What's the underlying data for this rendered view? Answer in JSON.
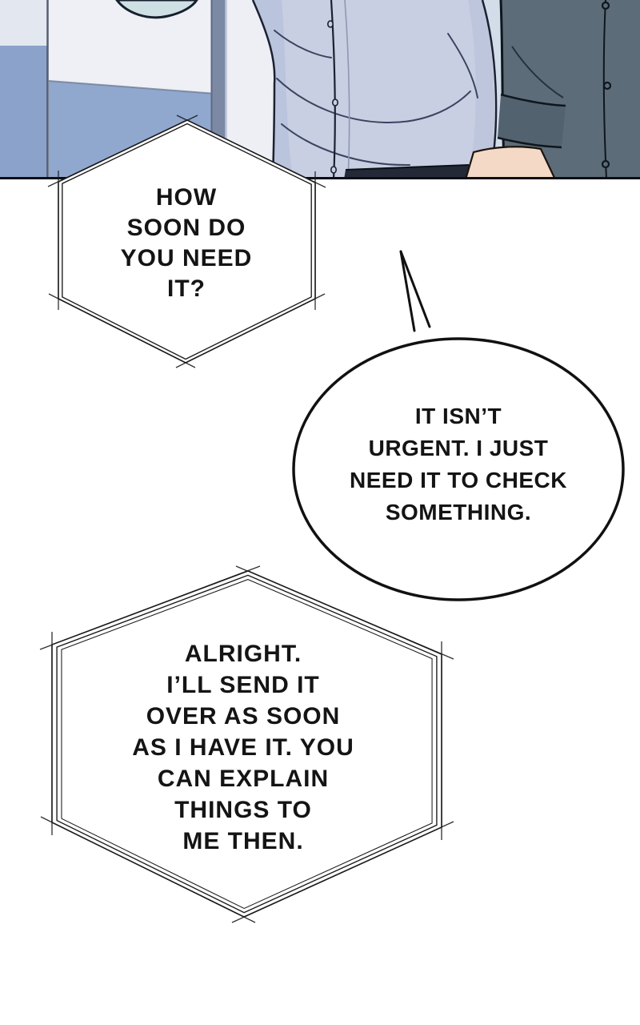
{
  "panel": {
    "colors": {
      "wall_white": "#edeff5",
      "wall_blue": "#8ba3cb",
      "door_frame": "#7c89a5",
      "shirt_light": "#c8cfe2",
      "shirt_light_shadow": "#b6c0d9",
      "shirt_dark": "#5c6c78",
      "cuff_dark": "#53626f",
      "skin": "#f3d9c6",
      "pants": "#232937",
      "outline_dark": "#1b2130",
      "panel_border": "#0b0e14"
    }
  },
  "bubble_style": {
    "outline": "#1a1a1a",
    "fill": "#ffffff",
    "text_color": "#141414"
  },
  "speech_bubbles": [
    {
      "shape": "hexagon",
      "lines": [
        "HOW",
        "SOON DO",
        "YOU NEED",
        "IT?"
      ]
    },
    {
      "shape": "oval-with-tail",
      "lines": [
        "IT ISN’T",
        "URGENT. I JUST",
        "NEED IT TO CHECK",
        "SOMETHING."
      ]
    },
    {
      "shape": "hexagon",
      "lines": [
        "ALRIGHT.",
        "I’LL SEND IT",
        "OVER AS SOON",
        "AS I HAVE IT. YOU",
        "CAN EXPLAIN",
        "THINGS TO",
        "ME THEN."
      ]
    }
  ]
}
